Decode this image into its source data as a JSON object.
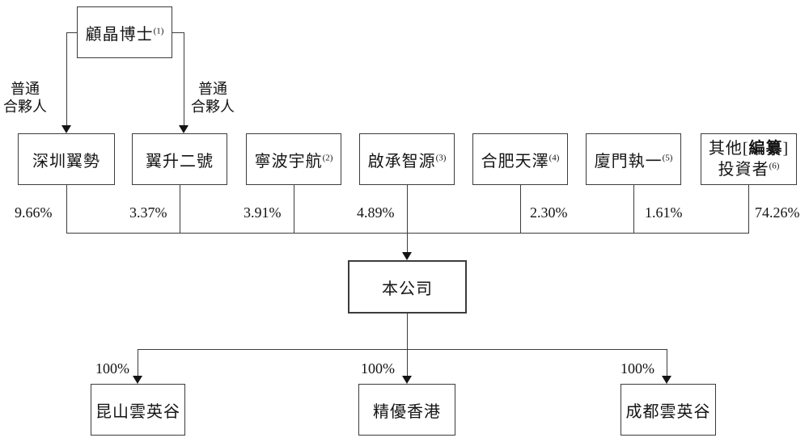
{
  "colors": {
    "line": "#3c3c3c",
    "text": "#141414",
    "background": "#ffffff"
  },
  "founder": {
    "label": "顧晶博士",
    "sup": "(1)"
  },
  "gp_left": {
    "line1": "普通",
    "line2": "合夥人"
  },
  "gp_right": {
    "line1": "普通",
    "line2": "合夥人"
  },
  "shareholders": [
    {
      "label": "深圳翼勢",
      "sup": "",
      "pct": "9.66%"
    },
    {
      "label": "翼升二號",
      "sup": "",
      "pct": "3.37%"
    },
    {
      "label": "寧波宇航",
      "sup": "(2)",
      "pct": "3.91%"
    },
    {
      "label": "啟承智源",
      "sup": "(3)",
      "pct": "4.89%"
    },
    {
      "label": "合肥天澤",
      "sup": "(4)",
      "pct": "2.30%"
    },
    {
      "label": "廈門執一",
      "sup": "(5)",
      "pct": "1.61%"
    }
  ],
  "other_investors": {
    "prefix": "其他[",
    "redaction": "編纂",
    "suffix": "]",
    "line2": "投資者",
    "sup": "(6)",
    "pct": "74.26%"
  },
  "company": {
    "label": "本公司"
  },
  "subsidiaries": [
    {
      "label": "昆山雲英谷",
      "pct": "100%"
    },
    {
      "label": "精優香港",
      "pct": "100%"
    },
    {
      "label": "成都雲英谷",
      "pct": "100%"
    }
  ]
}
